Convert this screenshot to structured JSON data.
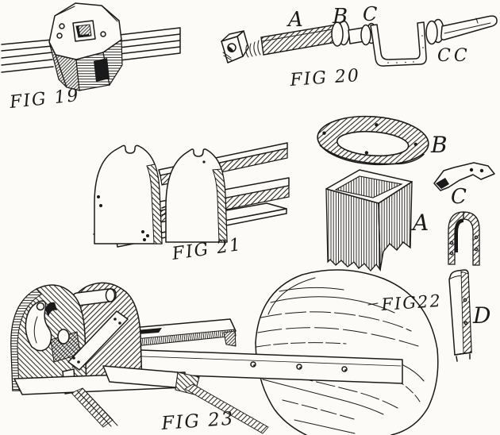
{
  "plate": {
    "colors": {
      "ink": "#1a1a1a",
      "paper": "#fcfbf8"
    },
    "figures": {
      "fig19": {
        "caption": "FIG 19"
      },
      "fig20": {
        "caption": "FIG 20",
        "labels": {
          "a": "A",
          "b": "B",
          "c": "C",
          "cc": "CC"
        }
      },
      "fig21": {
        "caption": "FIG 21"
      },
      "fig22": {
        "caption": "FIG22",
        "labels": {
          "a": "A",
          "b": "B",
          "c": "C",
          "d": "D"
        }
      },
      "fig23": {
        "caption": "FIG 23"
      }
    }
  }
}
